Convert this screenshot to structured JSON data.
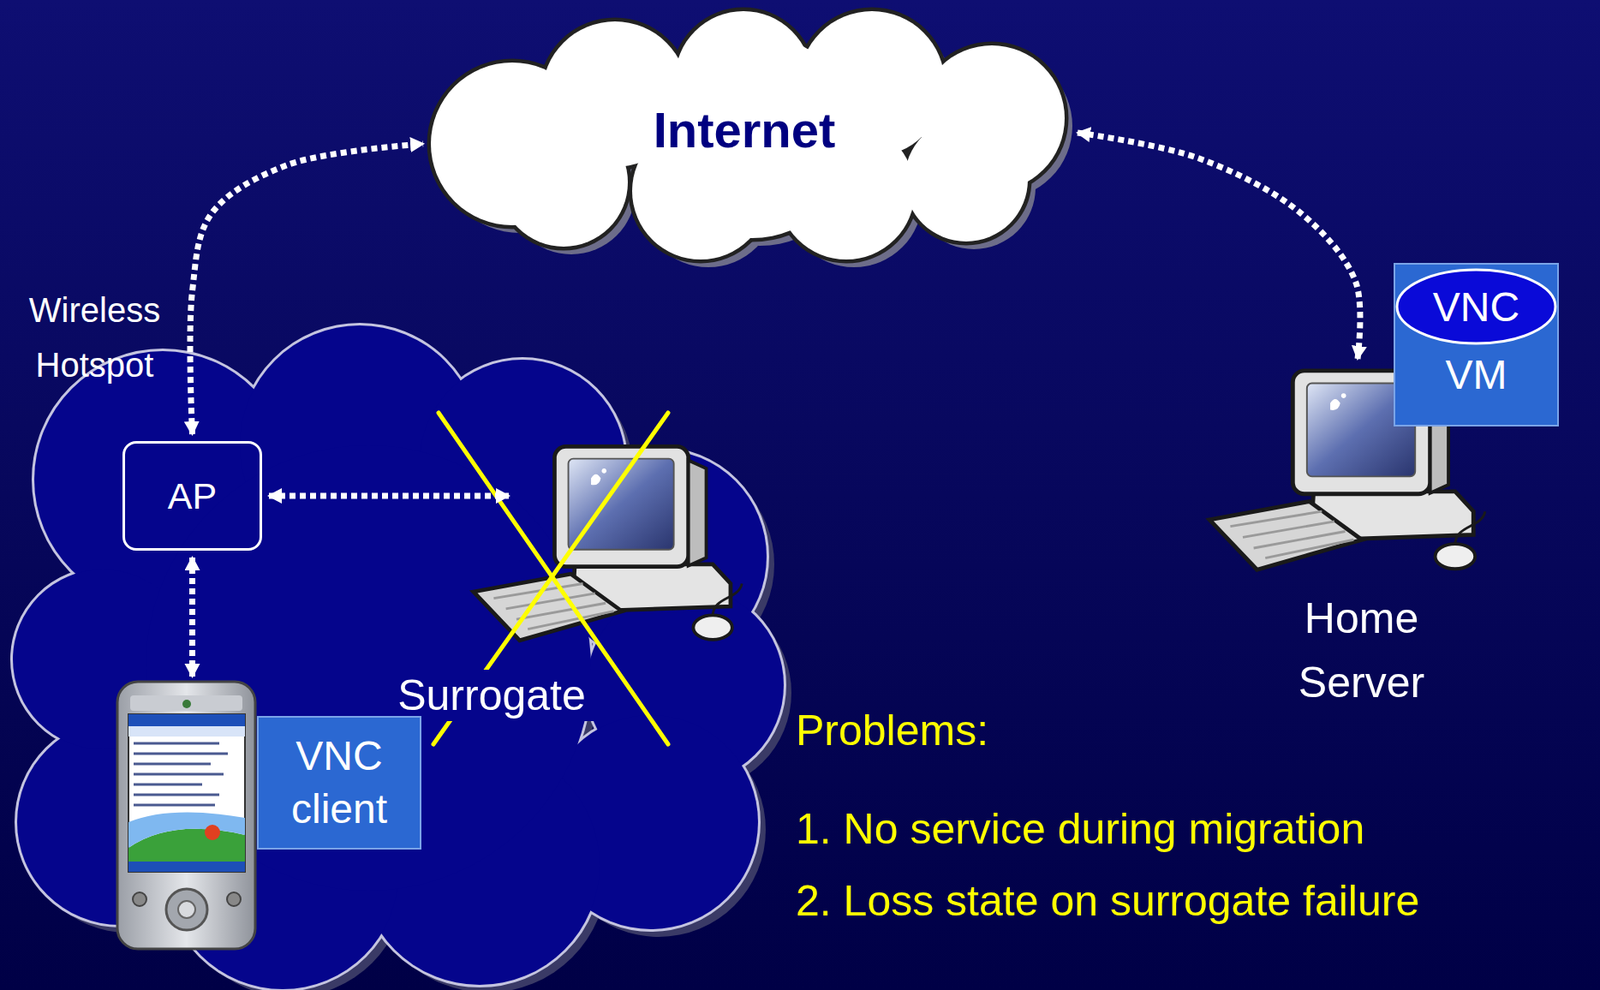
{
  "diagram": {
    "nodes": [
      {
        "text": [
          "Internet"
        ]
      },
      {
        "text": [
          "VM"
        ]
      },
      {
        "text": [
          "VNC"
        ],
        "in": 1
      },
      {
        "text": [
          "AP"
        ]
      },
      {
        "text": [
          "Surrogate"
        ]
      },
      {
        "text": [
          "Home Server"
        ]
      },
      {
        "text": [
          "VNC client"
        ]
      }
    ],
    "edges": [
      {
        "from": 3,
        "to": 0,
        "arrow": "both",
        "label": "Wireless Hotspot"
      },
      {
        "from": 0,
        "to": 5,
        "arrow": "both"
      },
      {
        "from": 3,
        "to": 4,
        "arrow": "both"
      },
      {
        "from": 3,
        "to": 6,
        "arrow": "both"
      }
    ],
    "labels": [
      "Problems:",
      "1. No service during migration",
      "2. Loss state on surrogate failure"
    ]
  }
}
